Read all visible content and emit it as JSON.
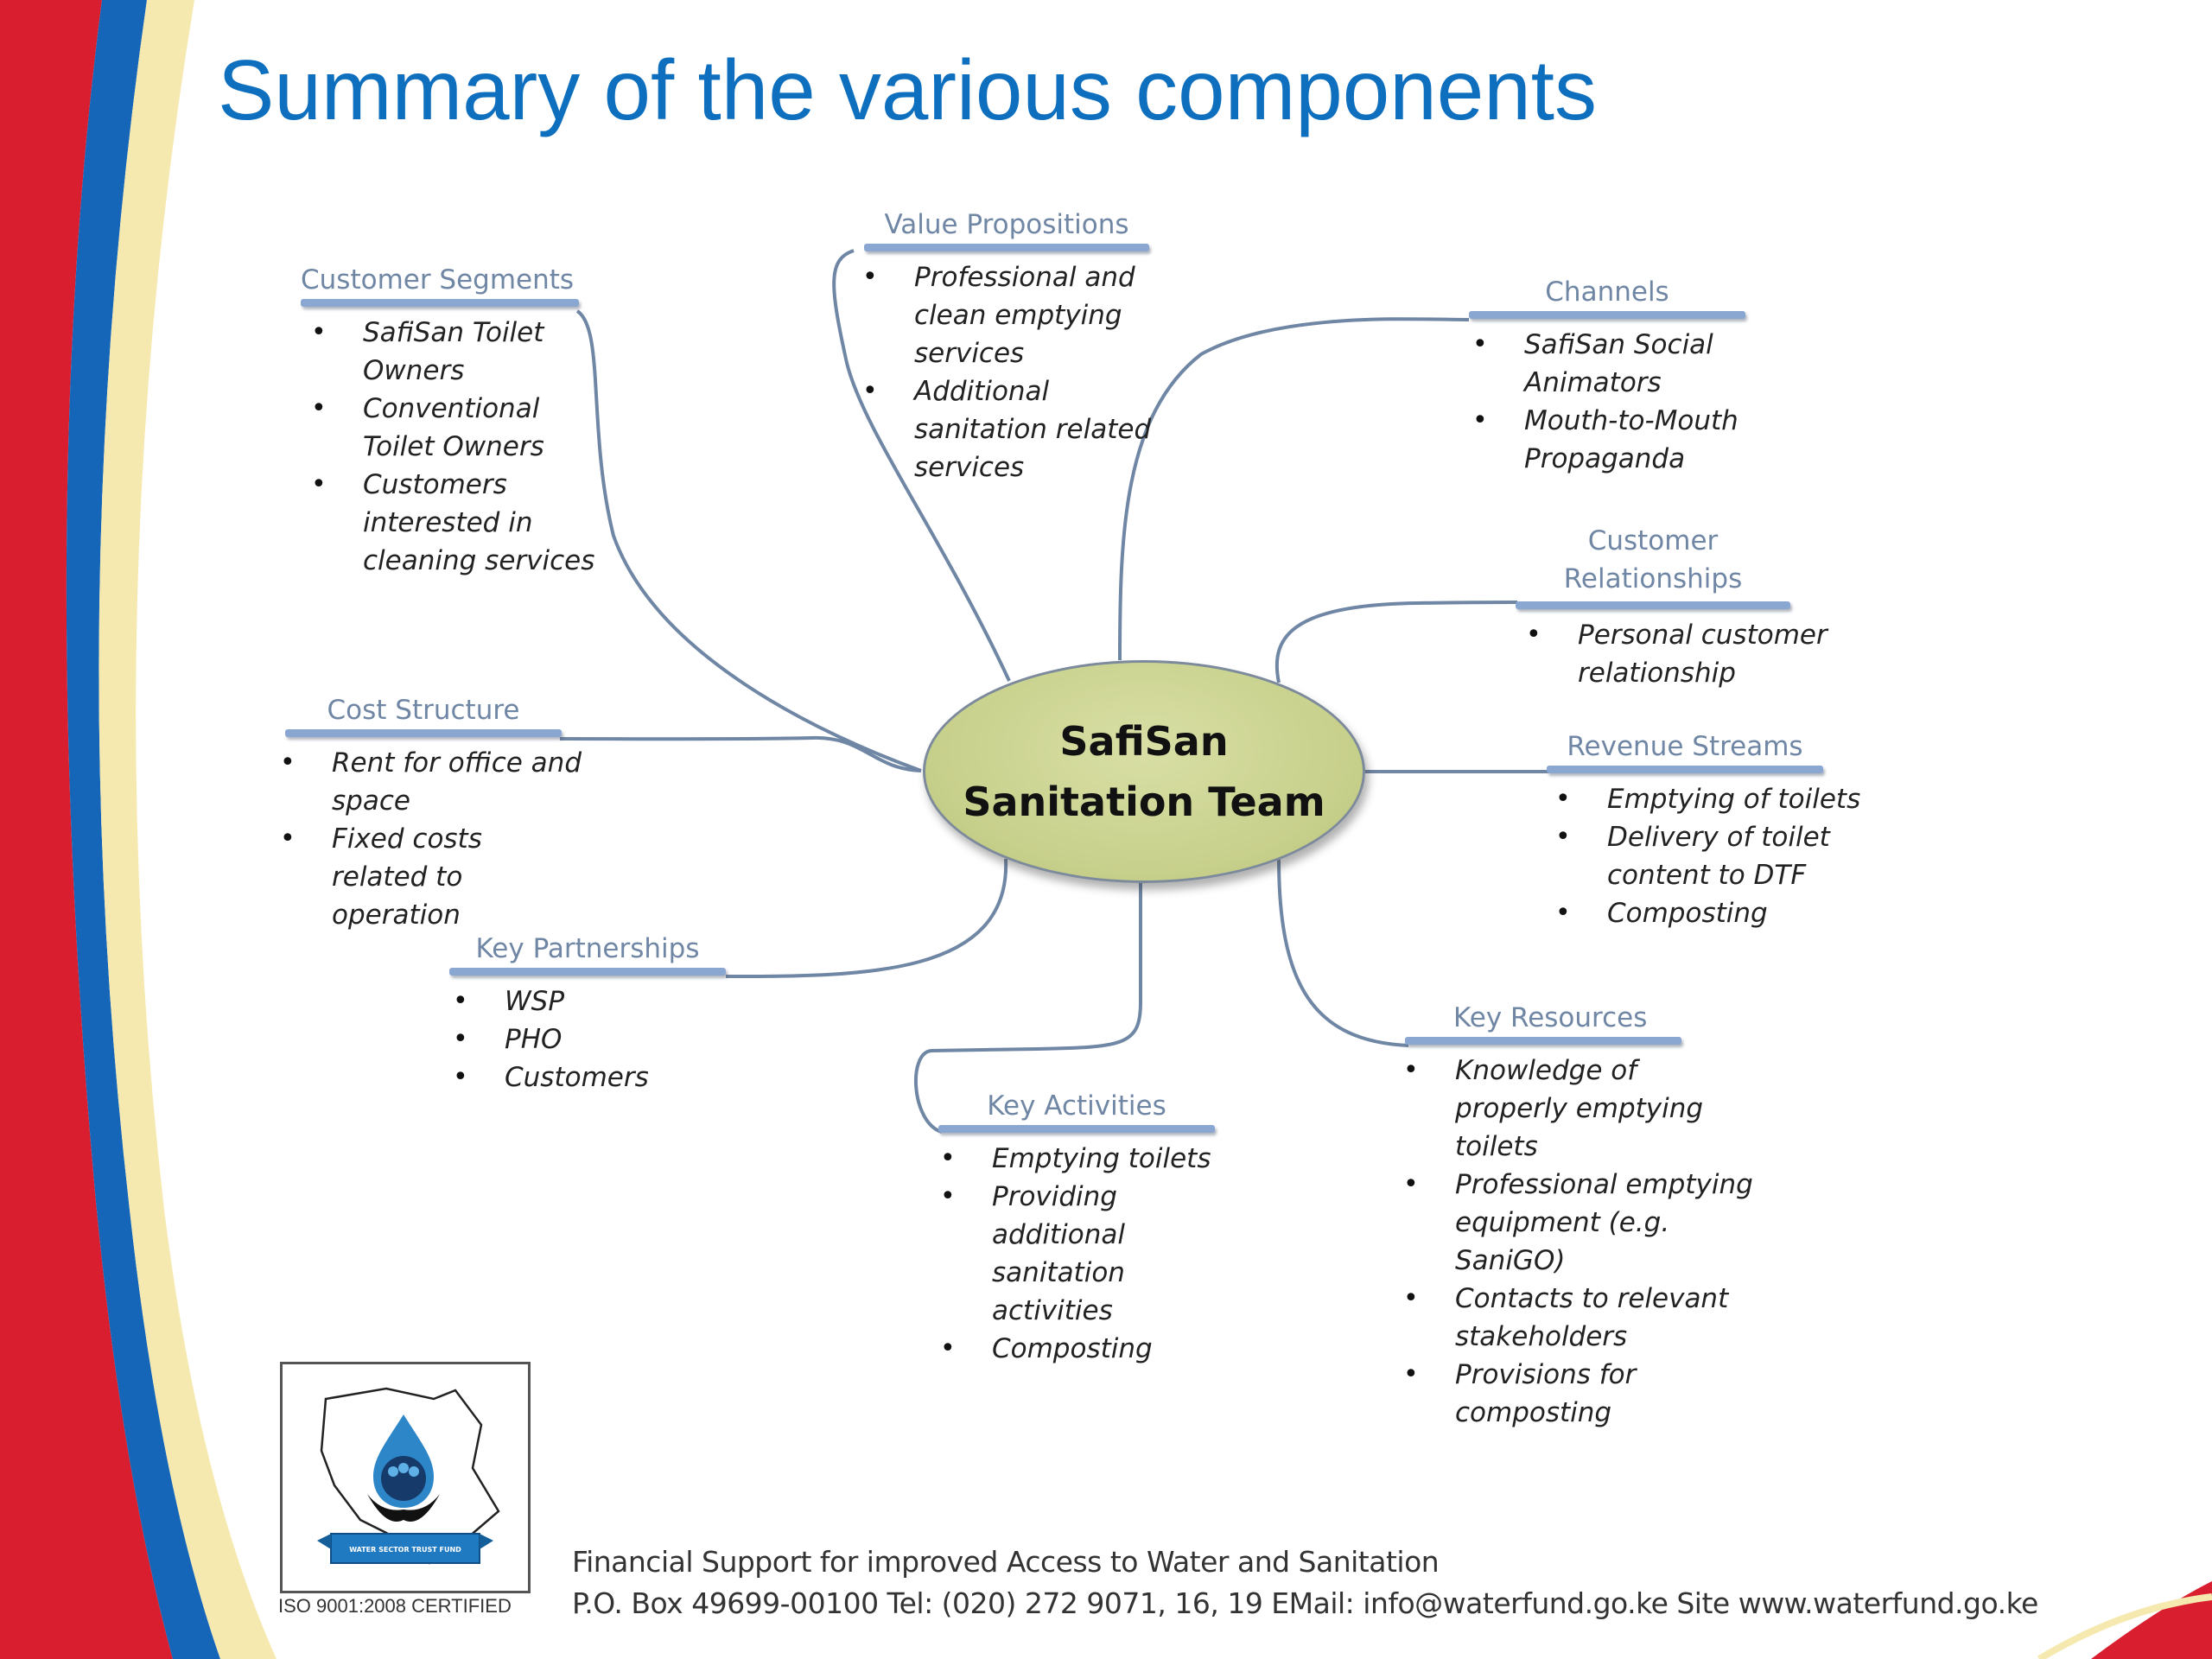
{
  "slide": {
    "title": "Summary of the various components",
    "center": "SafiSan Sanitation Team",
    "branches": {
      "value_propositions": {
        "title": "Value Propositions",
        "items": [
          "Professional and clean emptying services",
          "Additional sanitation related services"
        ]
      },
      "customer_segments": {
        "title": "Customer Segments",
        "items": [
          "SafiSan Toilet Owners",
          "Conventional Toilet Owners",
          "Customers interested in cleaning services"
        ]
      },
      "channels": {
        "title": "Channels",
        "items": [
          "SafiSan Social Animators",
          "Mouth-to-Mouth Propaganda"
        ]
      },
      "customer_relationships": {
        "title": "Customer Relationships",
        "items": [
          "Personal customer relationship"
        ]
      },
      "cost_structure": {
        "title": "Cost Structure",
        "items": [
          "Rent for office and space",
          "Fixed costs related to operation"
        ]
      },
      "revenue_streams": {
        "title": "Revenue Streams",
        "items": [
          "Emptying of toilets",
          "Delivery of toilet content to DTF",
          "Composting"
        ]
      },
      "key_partnerships": {
        "title": "Key Partnerships",
        "items": [
          "WSP",
          "PHO",
          "Customers"
        ]
      },
      "key_activities": {
        "title": "Key Activities",
        "items": [
          "Emptying toilets",
          "Providing additional sanitation activities",
          "Composting"
        ]
      },
      "key_resources": {
        "title": "Key Resources",
        "items": [
          "Knowledge of properly emptying toilets",
          "Professional emptying equipment (e.g. SaniGO)",
          "Contacts to relevant stakeholders",
          "Provisions for composting"
        ]
      }
    }
  },
  "logo": {
    "banner_text": "WATER SECTOR TRUST FUND",
    "certification": "ISO 9001:2008 CERTIFIED"
  },
  "footer": {
    "line1": "Financial Support for improved Access to Water and Sanitation",
    "line2": "P.O. Box 49699-00100 Tel: (020) 272 9071, 16, 19 EMail: info@waterfund.go.ke Site www.waterfund.go.ke"
  },
  "colors": {
    "title": "#0e6fbe",
    "branch_title": "#6f86a4",
    "bar": "#8aa7d1",
    "connector": "#6f86a4",
    "center_fill": "#c6cf8a",
    "swoosh_red": "#d81e2f",
    "swoosh_blue": "#1565b8",
    "swoosh_cream": "#f6e9b0"
  }
}
